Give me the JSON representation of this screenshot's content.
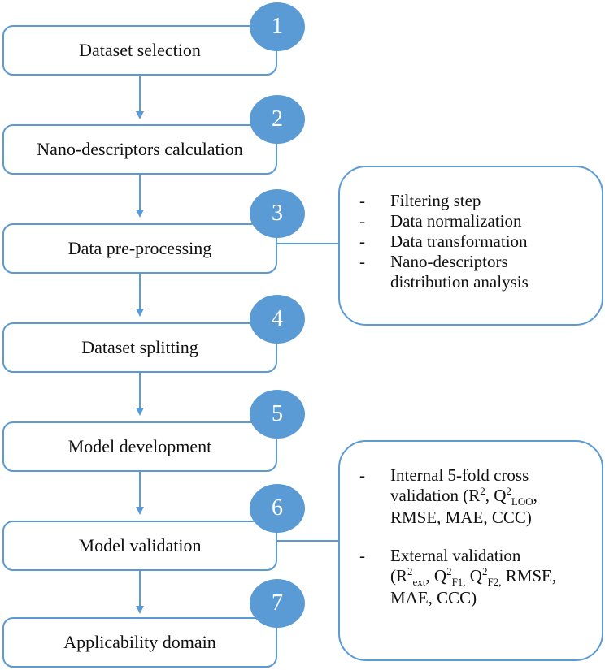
{
  "colors": {
    "accent": "#5b9bd5",
    "text": "#111111",
    "background": "#ffffff"
  },
  "steps": [
    {
      "number": "1",
      "label": "Dataset selection"
    },
    {
      "number": "2",
      "label": "Nano-descriptors calculation"
    },
    {
      "number": "3",
      "label": "Data pre-processing"
    },
    {
      "number": "4",
      "label": "Dataset splitting"
    },
    {
      "number": "5",
      "label": "Model development"
    },
    {
      "number": "6",
      "label": "Model validation"
    },
    {
      "number": "7",
      "label": "Applicability domain"
    }
  ],
  "preprocessing_details": {
    "bullet": "-",
    "items": [
      "Filtering step",
      "Data normalization",
      "Data transformation",
      "Nano-descriptors distribution analysis"
    ],
    "item4_line1": "Nano-descriptors",
    "item4_line2": "distribution analysis"
  },
  "validation_details": {
    "bullet": "-",
    "internal": {
      "line1": "Internal 5-fold cross",
      "validation_open": "validation (R",
      "sup_2": "2",
      "q": "Q",
      "loo": "LOO",
      "line3": "RMSE, MAE, CCC)"
    },
    "external": {
      "line1": "External validation",
      "r": "(R",
      "sup_2": "2",
      "ext": "ext",
      "q": "Q",
      "f1": "F1,",
      "f2": "F2,",
      "rmse": "RMSE,",
      "line3": "MAE, CCC)"
    }
  }
}
